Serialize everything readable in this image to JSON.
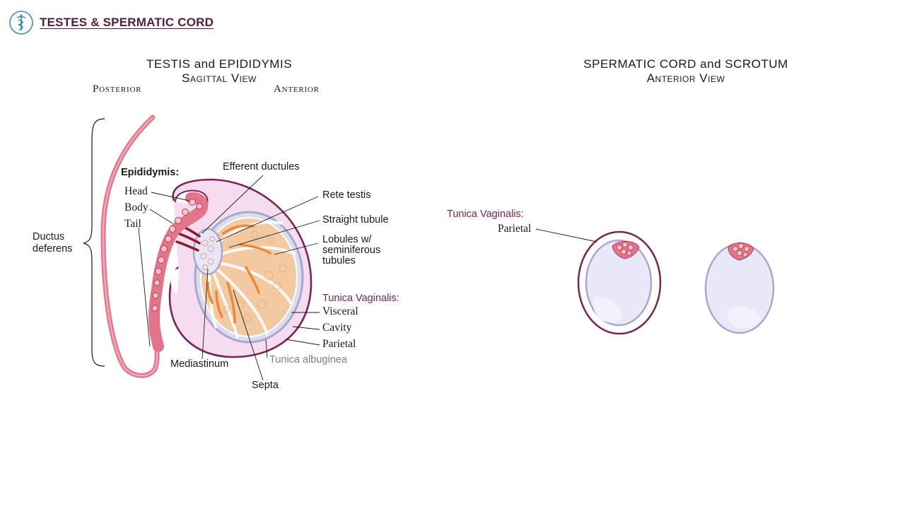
{
  "header": {
    "title": "TESTES & SPERMATIC CORD",
    "logo_icon": "caduceus-icon"
  },
  "left_view": {
    "title_line1": "TESTIS and EPIDIDYMIS",
    "title_line2": "Sagittal View",
    "posterior": "Posterior",
    "anterior": "Anterior"
  },
  "right_view": {
    "title_line1": "SPERMATIC CORD and SCROTUM",
    "title_line2": "Anterior View"
  },
  "labels": {
    "ductus_deferens": "Ductus\ndeferens",
    "epididymis": "Epididymis:",
    "head": "Head",
    "body": "Body",
    "tail": "Tail",
    "efferent_ductules": "Efferent ductules",
    "rete_testis": "Rete testis",
    "straight_tubule": "Straight tubule",
    "lobules": "Lobules w/\nseminiferous\ntubules",
    "tunica_vaginalis": "Tunica Vaginalis:",
    "visceral": "Visceral",
    "cavity": "Cavity",
    "parietal": "Parietal",
    "tunica_albuginea": "Tunica albuginea",
    "mediastinum": "Mediastinum",
    "septa": "Septa",
    "right_tunica_vaginalis": "Tunica Vaginalis:",
    "right_parietal": "Parietal"
  },
  "colors": {
    "title_maroon": "#5a1a33",
    "tunica_purple": "#7a2456",
    "albuginea_lavender": "#7c7aa0",
    "epididymis_pink": "#e0687a",
    "lobule_orange": "#f2c9a0",
    "cavity_pink": "#f5dcf0",
    "testis_blue": "#e8e8f8"
  }
}
